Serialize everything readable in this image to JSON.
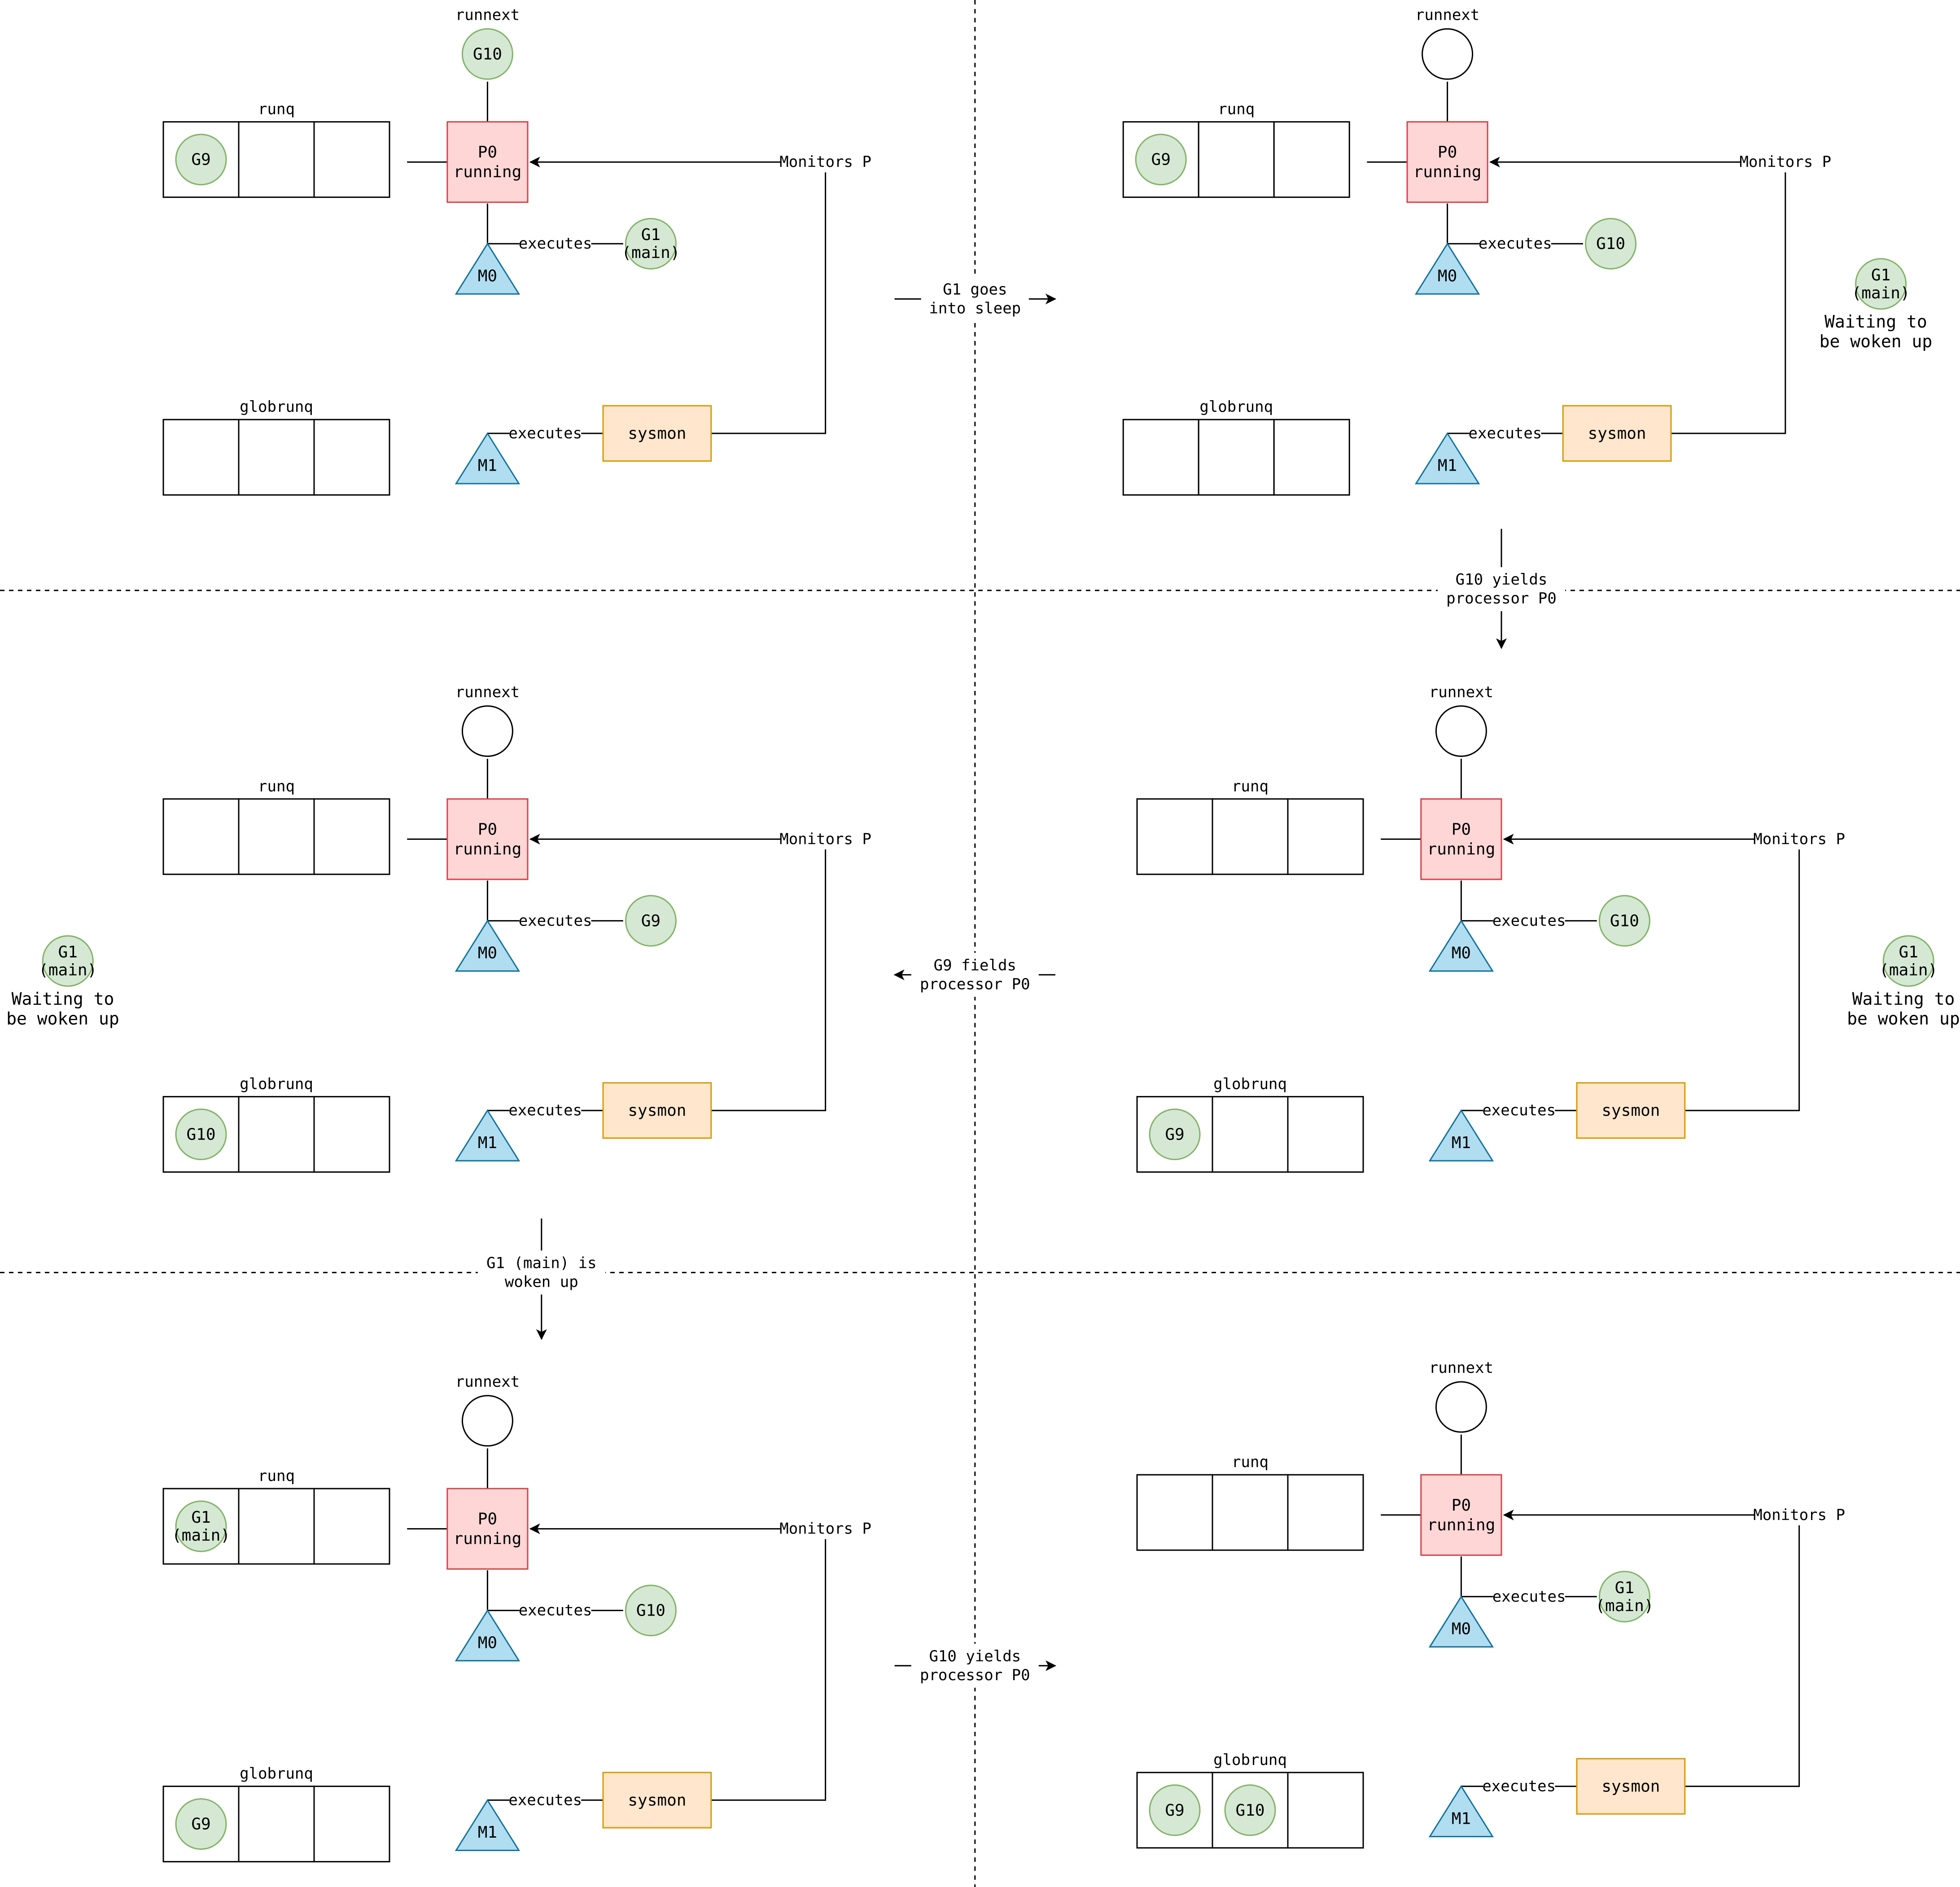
{
  "labels": {
    "runnext": "runnext",
    "runq": "runq",
    "globrunq": "globrunq",
    "processor": "P0",
    "running": "running",
    "thread_m0": "M0",
    "thread_m1": "M1",
    "executes": "executes",
    "sysmon": "sysmon",
    "monitors": "Monitors P"
  },
  "colors": {
    "goroutine_fill": "#d5e8d4",
    "goroutine_stroke": "#82b366",
    "processor_fill": "#ffd6d6",
    "processor_stroke": "#d6424a",
    "thread_fill": "#b1ddf0",
    "thread_stroke": "#10739e",
    "sysmon_fill": "#ffe6cc",
    "sysmon_stroke": "#d79b00"
  },
  "panels": [
    {
      "id": "state-1",
      "runnext": [
        "G10"
      ],
      "runq": [
        [
          "G9"
        ],
        [],
        []
      ],
      "executing": [
        "G1",
        "(main)"
      ],
      "globrunq": [
        [],
        [],
        []
      ],
      "waiting": null
    },
    {
      "id": "state-2",
      "runnext": null,
      "runq": [
        [
          "G9"
        ],
        [],
        []
      ],
      "executing": [
        "G10"
      ],
      "globrunq": [
        [],
        [],
        []
      ],
      "waiting": {
        "goroutine": [
          "G1",
          "(main)"
        ],
        "text": [
          "Waiting to",
          "be woken up"
        ]
      }
    },
    {
      "id": "state-3",
      "runnext": null,
      "runq": [
        [],
        [],
        []
      ],
      "executing": [
        "G9"
      ],
      "globrunq": [
        [
          "G10"
        ],
        [],
        []
      ],
      "waiting": {
        "goroutine": [
          "G1",
          "(main)"
        ],
        "text": [
          "Waiting to",
          "be woken up"
        ]
      }
    },
    {
      "id": "state-4",
      "runnext": null,
      "runq": [
        [],
        [],
        []
      ],
      "executing": [
        "G10"
      ],
      "globrunq": [
        [
          "G9"
        ],
        [],
        []
      ],
      "waiting": {
        "goroutine": [
          "G1",
          "(main)"
        ],
        "text": [
          "Waiting to",
          "be woken up"
        ]
      }
    },
    {
      "id": "state-5",
      "runnext": null,
      "runq": [
        [
          "G1",
          "(main)"
        ],
        [],
        []
      ],
      "executing": [
        "G10"
      ],
      "globrunq": [
        [
          "G9"
        ],
        [],
        []
      ],
      "waiting": null
    },
    {
      "id": "state-6",
      "runnext": null,
      "runq": [
        [],
        [],
        []
      ],
      "executing": [
        "G1",
        "(main)"
      ],
      "globrunq": [
        [
          "G9"
        ],
        [
          "G10"
        ],
        []
      ],
      "waiting": null
    }
  ],
  "transitions": [
    {
      "id": "t1",
      "from": "state-1",
      "to": "state-2",
      "text": [
        "G1 goes",
        "into sleep"
      ]
    },
    {
      "id": "t2",
      "from": "state-2",
      "to": "state-4",
      "text": [
        "G10 yields",
        "processor P0"
      ]
    },
    {
      "id": "t3",
      "from": "state-4",
      "to": "state-3",
      "text": [
        "G9 fields",
        "processor P0"
      ]
    },
    {
      "id": "t4",
      "from": "state-3",
      "to": "state-5",
      "text": [
        "G1 (main) is",
        "woken up"
      ]
    },
    {
      "id": "t5",
      "from": "state-5",
      "to": "state-6",
      "text": [
        "G10 yields",
        "processor P0"
      ]
    }
  ]
}
